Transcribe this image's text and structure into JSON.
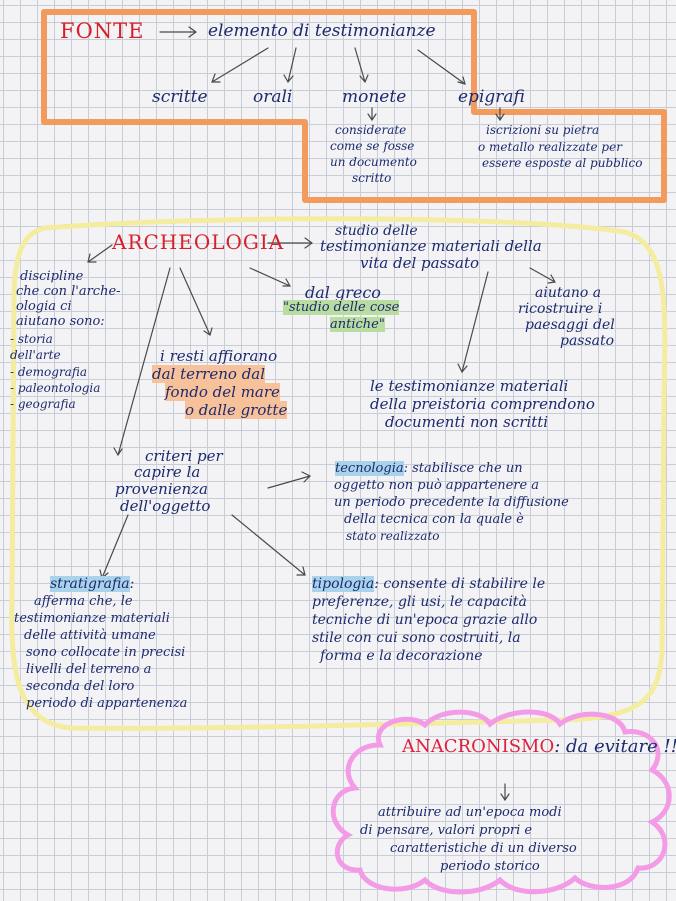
{
  "fonte": {
    "title": "FONTE",
    "definition": "elemento di testimonianze",
    "types": [
      "scritte",
      "orali",
      "monete",
      "epigrafi"
    ],
    "monete_note": [
      "considerate",
      "come se fosse",
      "un documento",
      "scritto"
    ],
    "epigrafi_note": [
      "iscrizioni su pietra",
      "o metallo realizzate per",
      "essere esposte al pubblico"
    ]
  },
  "archeologia": {
    "title": "ARCHEOLOGIA",
    "definition": [
      "studio delle",
      "testimonianze materiali della",
      "vita del passato"
    ],
    "discipline": [
      "discipline",
      "che con l'arche-",
      "ologia ci",
      "aiutano sono:",
      "- storia",
      "  dell'arte",
      "- demografia",
      "- paleontologia",
      "- geografia"
    ],
    "dal_greco": "dal greco",
    "greek_meaning_1": "\"studio delle cose",
    "greek_meaning_2": "antiche\"",
    "aiutano": [
      "aiutano a",
      "ricostruire i",
      "paesaggi del",
      "passato"
    ],
    "resti": [
      "i resti affiorano",
      "dal terreno dal",
      "fondo del mare",
      "o dalle grotte"
    ],
    "testimonianze": [
      "le testimonianze materiali",
      "della preistoria comprendono",
      "documenti non scritti"
    ],
    "criteri": [
      "criteri per",
      "capire la",
      "provenienza",
      "dell'oggetto"
    ],
    "tecnologia_label": "tecnologia",
    "tecnologia": [
      ": stabilisce che un",
      "oggetto non può appartenere a",
      "un periodo precedente la diffusione",
      "della tecnica con la quale è",
      "stato realizzato"
    ],
    "stratigrafia_label": "stratigrafia",
    "stratigrafia": [
      ":",
      "afferma che, le",
      "testimonianze materiali",
      "delle attività umane",
      "sono collocate in precisi",
      "livelli del terreno a",
      "seconda del loro",
      "periodo di appartenenza"
    ],
    "tipologia_label": "tipologia",
    "tipologia": [
      ": consente di stabilire le",
      "preferenze, gli usi, le capacità",
      "tecniche di un'epoca grazie allo",
      "stile con cui sono costruiti, la",
      "forma e la decorazione"
    ]
  },
  "anacronismo": {
    "title": "ANACRONISMO",
    "subtitle": ": da evitare !!!",
    "definition": [
      "attribuire ad un'epoca modi",
      "di pensare, valori propri e",
      "caratteristiche di un diverso",
      "periodo storico"
    ]
  },
  "colors": {
    "orange": "#f39b5c",
    "yellow": "#f4ec9e",
    "pink": "#f39be6",
    "ink": "#1d2a6e",
    "red": "#d8202a"
  }
}
